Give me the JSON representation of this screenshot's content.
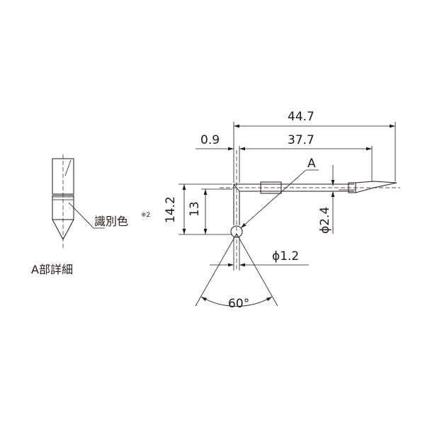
{
  "dimensions": {
    "overall_length": "44.7",
    "shaft_length": "37.7",
    "offset": "0.9",
    "height_outer": "14.2",
    "height_inner": "13",
    "shaft_diameter": "ϕ2.4",
    "tip_diameter": "ϕ1.2",
    "angle": "60°"
  },
  "labels": {
    "detail_marker": "A",
    "detail_caption": "A部詳細",
    "identification_color": "識別色",
    "footnote_ref": "※2"
  },
  "colors": {
    "line": "#231815",
    "background": "#ffffff"
  }
}
